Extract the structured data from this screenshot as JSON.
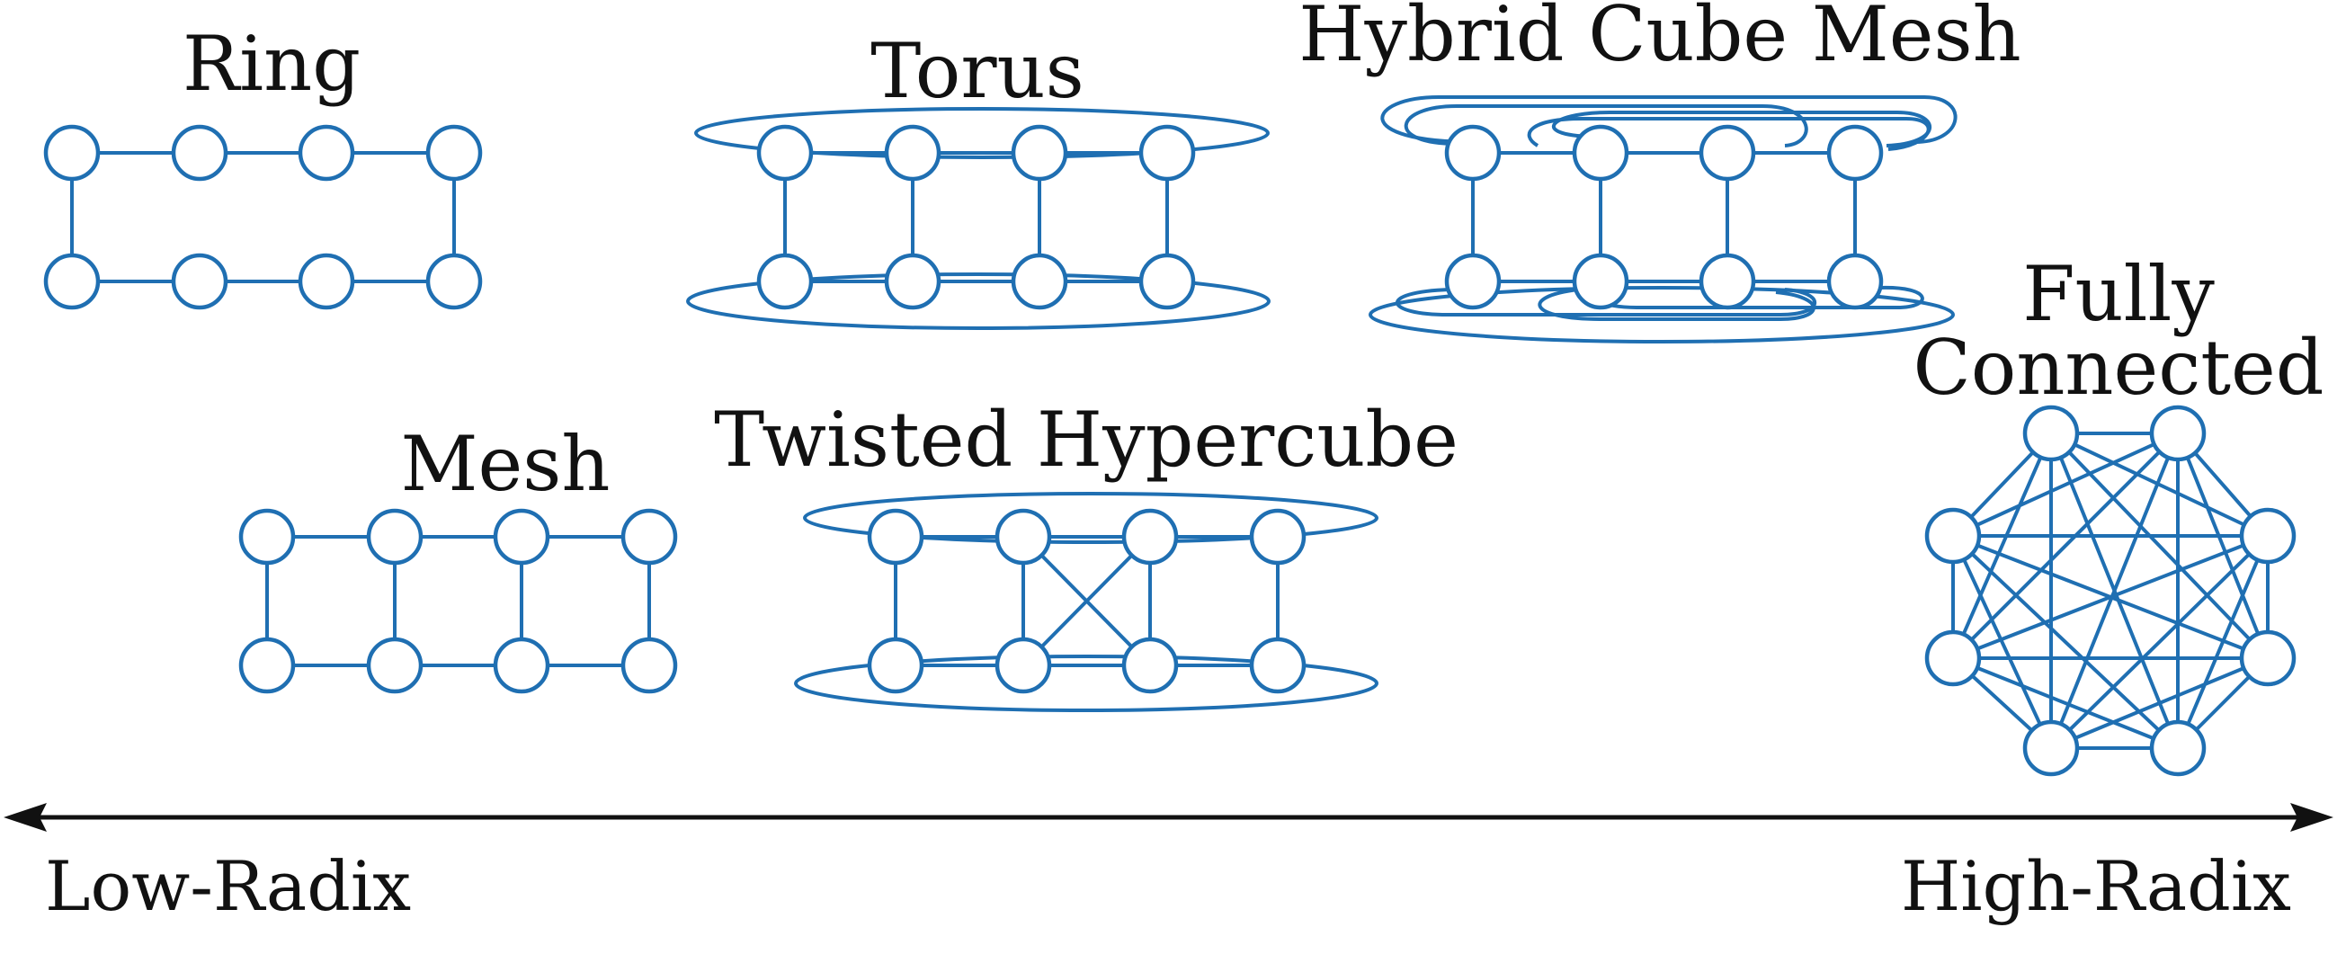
{
  "colors": {
    "network": "#1f6fb2",
    "text": "#111111",
    "background": "#ffffff"
  },
  "labels": {
    "ring": "Ring",
    "torus": "Torus",
    "hybrid": "Hybrid Cube Mesh",
    "mesh": "Mesh",
    "twisted": "Twisted Hypercube",
    "fully_line1": "Fully",
    "fully_line2": "Connected"
  },
  "axis": {
    "left": "Low-Radix",
    "right": "High-Radix",
    "style": "double-headed arrow"
  },
  "topologies": [
    {
      "name": "Ring",
      "nodes": 8,
      "layout": "2x4 grid"
    },
    {
      "name": "Torus",
      "nodes": 8,
      "layout": "2x4 grid with wraparound loops"
    },
    {
      "name": "Hybrid Cube Mesh",
      "nodes": 8,
      "layout": "2x4 grid with multiple long loops"
    },
    {
      "name": "Mesh",
      "nodes": 8,
      "layout": "2x4 grid"
    },
    {
      "name": "Twisted Hypercube",
      "nodes": 8,
      "layout": "2x4 grid with crossed middle links and loops"
    },
    {
      "name": "Fully Connected",
      "nodes": 8,
      "layout": "octagon, all pairs linked"
    }
  ]
}
